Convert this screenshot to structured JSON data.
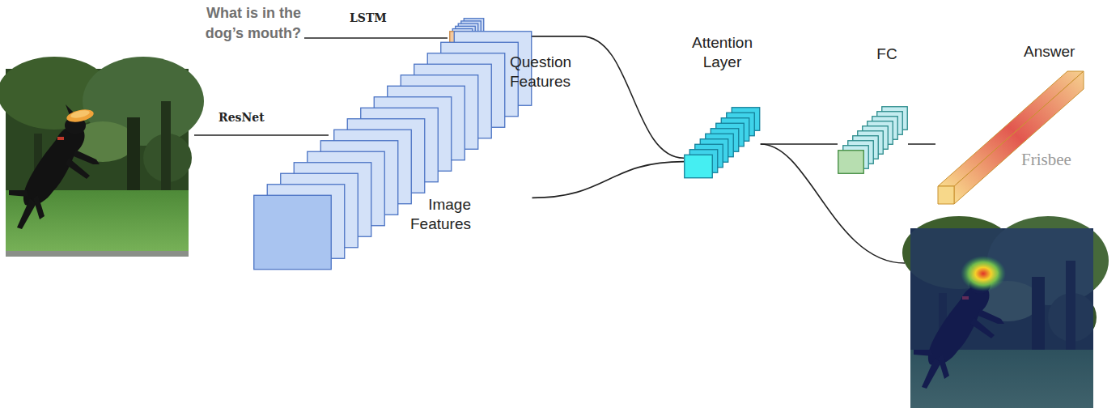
{
  "diagram": {
    "nodes": [
      {
        "text": [
          "Question Features"
        ]
      },
      {
        "text": [
          "Image Features"
        ]
      },
      {
        "text": [
          "Attention Layer"
        ]
      },
      {
        "text": [
          "FC"
        ]
      },
      {
        "text": [
          "Answer",
          "Frisbee"
        ]
      }
    ],
    "edges": [
      {
        "from": 0,
        "to": 2,
        "arrow": "none"
      },
      {
        "from": 1,
        "to": 2,
        "arrow": "none"
      },
      {
        "from": 2,
        "to": 3,
        "arrow": "none"
      },
      {
        "from": 3,
        "to": 4,
        "arrow": "none"
      }
    ],
    "labels": [
      "What is in the dog’s mouth?",
      "LSTM",
      "ResNet"
    ]
  }
}
